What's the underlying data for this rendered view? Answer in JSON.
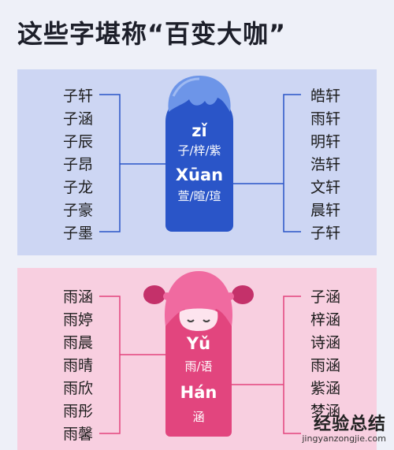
{
  "title": "这些字堪称“百变大咖”",
  "boy": {
    "pinyin1": "zǐ",
    "chars1": "子/梓/紫",
    "pinyin2": "Xūan",
    "chars2": "萱/暄/瑄",
    "left": [
      "子轩",
      "子涵",
      "子辰",
      "子昂",
      "子龙",
      "子豪",
      "子墨"
    ],
    "right": [
      "皓轩",
      "雨轩",
      "明轩",
      "浩轩",
      "文轩",
      "晨轩",
      "子轩"
    ]
  },
  "girl": {
    "pinyin1": "Yǔ",
    "chars1": "雨/语",
    "pinyin2": "Hán",
    "chars2": "涵",
    "left": [
      "雨涵",
      "雨婷",
      "雨晨",
      "雨晴",
      "雨欣",
      "雨彤",
      "雨馨"
    ],
    "right": [
      "子涵",
      "梓涵",
      "诗涵",
      "雨涵",
      "紫涵",
      "梦涵",
      ""
    ]
  },
  "watermark": {
    "main": "经验总结",
    "url": "jingyanzongjie.com"
  },
  "colors": {
    "blue_panel": "#cdd6f3",
    "blue_figure": "#2a55c8",
    "pink_panel": "#f8cfe0",
    "pink_figure": "#e2457e"
  }
}
